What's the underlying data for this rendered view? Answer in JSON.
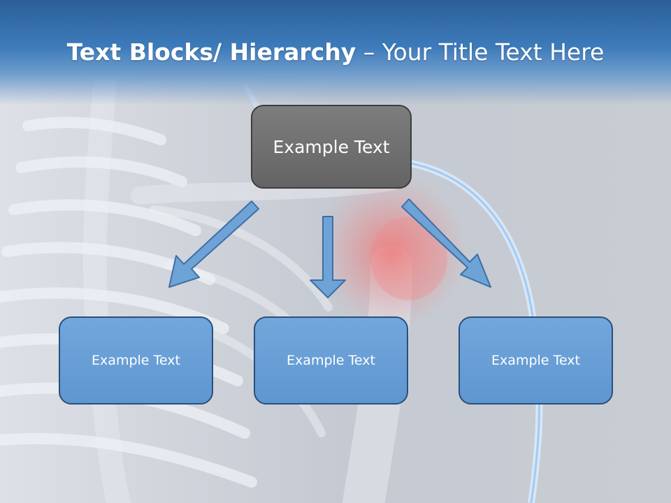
{
  "title": {
    "bold": "Text Blocks/ Hierarchy",
    "rest": " – Your Title Text Here"
  },
  "hierarchy": {
    "root": {
      "label": "Example Text"
    },
    "children": [
      {
        "label": "Example Text"
      },
      {
        "label": "Example Text"
      },
      {
        "label": "Example Text"
      }
    ]
  },
  "colors": {
    "title_band": "#3d7bbb",
    "root_fill": "#6f6f6f",
    "child_fill": "#6a9fd8",
    "child_border": "#2a4f7c",
    "arrow_fill": "#6ea3d8"
  }
}
